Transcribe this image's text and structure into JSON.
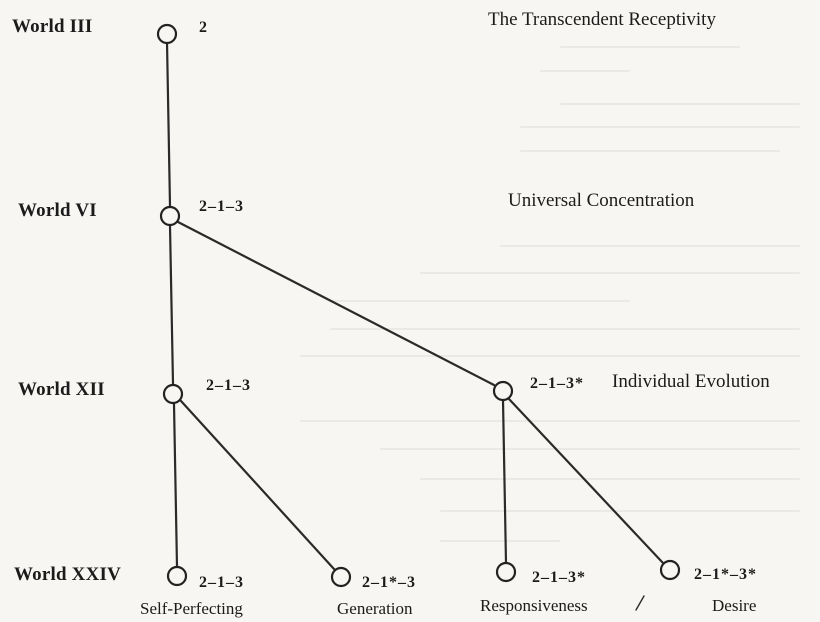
{
  "levels": {
    "iii": {
      "world": "World III",
      "code": "2",
      "description": "The Transcendent Receptivity"
    },
    "vi": {
      "world": "World VI",
      "code": "2–1–3",
      "description": "Universal Concentration"
    },
    "xii": {
      "world": "World XII",
      "code": "2–1–3",
      "description": ""
    },
    "xxiv": {
      "world": "World XXIV"
    }
  },
  "branch": {
    "code": "2–1–3*",
    "description": "Individual Evolution"
  },
  "leaves": [
    {
      "code": "2–1–3",
      "label": "Self-Perfecting"
    },
    {
      "code": "2–1*–3",
      "label": "Generation"
    },
    {
      "code": "2–1–3*",
      "label": "Responsiveness"
    },
    {
      "code": "2–1*–3*",
      "label": "Desire"
    }
  ]
}
